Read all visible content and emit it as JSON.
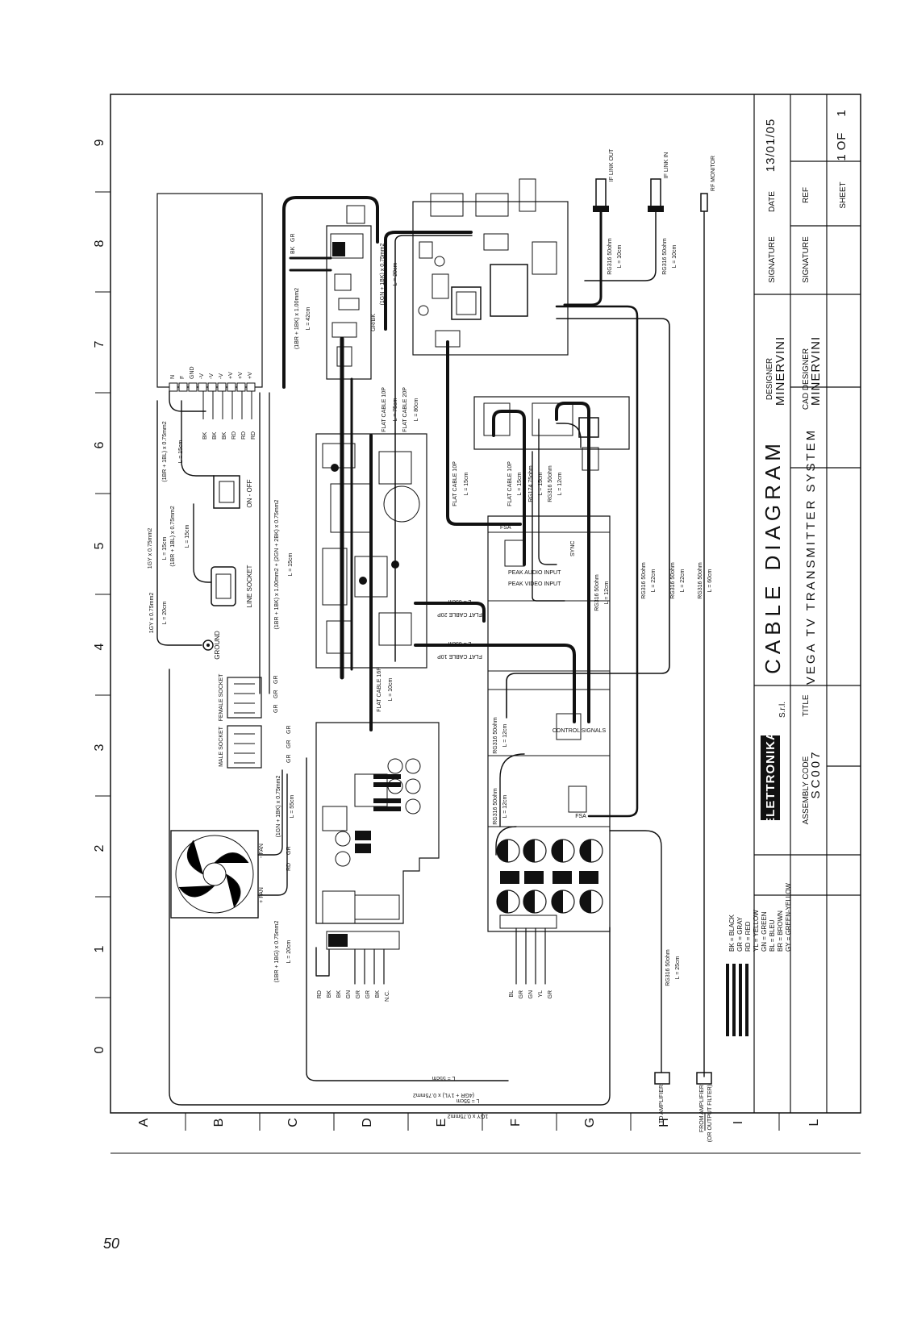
{
  "page": {
    "number": "50"
  },
  "grid": {
    "columns": [
      "9",
      "8",
      "7",
      "6",
      "5",
      "4",
      "3",
      "2",
      "1",
      "0"
    ],
    "rows": [
      "A",
      "B",
      "C",
      "D",
      "E",
      "F",
      "G",
      "H",
      "I",
      "L"
    ]
  },
  "title_block": {
    "title": "CABLE DIAGRAM",
    "subtitle": "VEGA TV TRANSMITTER SYSTEM",
    "title_label": "TITLE",
    "company": "ELETTRONIKA",
    "company_suffix": "S.r.l.",
    "assembly_code_label": "ASSEMBLY CODE",
    "assembly_code": "SC007",
    "designer_label": "DESIGNER",
    "designer": "MINERVINI",
    "cad_designer_label": "CAD DESIGNER",
    "cad_designer": "MINERVINI",
    "signature_label": "SIGNATURE",
    "date_label": "DATE",
    "date": "13/01/05",
    "ref_label": "REF",
    "sheet_label": "SHEET",
    "sheet": "1",
    "sheet_of": "OF",
    "sheet_total": "1"
  },
  "legend": [
    "BK = BLACK",
    "GR = GRAY",
    "RD = RED",
    "YL = YELLOW",
    "GN = GREEN",
    "BL = BLEU",
    "BR = BROWN",
    "GY = GREEN-YELLOW"
  ],
  "psu": {
    "terminals": [
      "N",
      "F",
      "GND",
      "-V",
      "-V",
      "-V",
      "+V",
      "+V",
      "+V"
    ],
    "wire_colors": [
      "BK",
      "BK",
      "BK",
      "RD",
      "RD",
      "RD"
    ],
    "cable_spec": "(1BR + 1BL) x 0.75mm2",
    "cable_len": "L = 15cm"
  },
  "switch": {
    "label": "ON - OFF"
  },
  "line_socket": {
    "label": "LINE SOCKET",
    "spec_1": "(1BR + 1BL) x 0.75mm2",
    "len_1": "L = 15cm",
    "spec_2": "1GY x 0.75mm2",
    "len_2": "L = 15cm"
  },
  "ground": {
    "label": "GROUND",
    "spec": "1GY x 0.75mm2",
    "len": "L = 20cm"
  },
  "female_socket": {
    "label": "FEMALE SOCKET",
    "pins": [
      "GR",
      "GR",
      "GR"
    ]
  },
  "male_socket": {
    "label": "MALE SOCKET",
    "pins": [
      "GR",
      "GR",
      "GR"
    ]
  },
  "fan": {
    "minus": "- FAN",
    "plus": "+ FAN",
    "colors": [
      "RD",
      "GR"
    ],
    "spec": "(1GN + 1BK) x 0.75mm2",
    "len": "L = 55cm"
  },
  "power_board": {
    "spec": "(1BR + 1BK) x 1.00mm2 + (2GN + 2BK) x 0.75mm2",
    "len": "L = 15cm",
    "psu_spec": "(1BR + 1BK) x 1.00mm2",
    "psu_len": "L = 42cm"
  },
  "lower_board": {
    "spec": "(1BR + 1BG) x 0.75mm2",
    "len": "L = 20cm",
    "pins": [
      "RD",
      "BK",
      "BK",
      "GN"
    ],
    "connector_pins": [
      "GR",
      "GR",
      "BK",
      "N.C.",
      "BL",
      "GR",
      "GN",
      "YL",
      "GR"
    ]
  },
  "top_board": {
    "spec": "(1GN + 1BK) x 0.75mm2",
    "len": "L = 20cm",
    "colors": [
      "BK",
      "GR"
    ],
    "extra": "GR/BK"
  },
  "flat_cables": [
    {
      "id": "fc1",
      "type": "FLAT CABLE 10P",
      "len": "L = 75cm"
    },
    {
      "id": "fc2",
      "type": "FLAT CABLE 20P",
      "len": "L = 80cm"
    },
    {
      "id": "fc3",
      "type": "FLAT CABLE 10P",
      "len": "L = 15cm"
    },
    {
      "id": "fc4",
      "type": "FLAT CABLE 10P",
      "len": "L = 15cm"
    },
    {
      "id": "fc5",
      "type": "FLAT CABLE 20P",
      "len": "L = 65cm"
    },
    {
      "id": "fc6",
      "type": "FLAT CABLE 10P",
      "len": "L = 65cm"
    },
    {
      "id": "fc7",
      "type": "FLAT CABLE 16P",
      "len": "L = 10cm"
    }
  ],
  "coax": [
    {
      "id": "c1",
      "type": "RG316 50ohm",
      "len": "L = 10cm"
    },
    {
      "id": "c2",
      "type": "RG316 50ohm",
      "len": "L = 10cm"
    },
    {
      "id": "c3",
      "type": "RG174 75ohm",
      "len": "L = 15cm"
    },
    {
      "id": "c4",
      "type": "RG316 50ohm",
      "len": "L = 12cm"
    },
    {
      "id": "c5",
      "type": "RG316 50ohm",
      "len": "L = 12cm"
    },
    {
      "id": "c6",
      "type": "RG316 50ohm",
      "len": "L = 22cm"
    },
    {
      "id": "c7",
      "type": "RG316 50ohm",
      "len": "L = 22cm"
    },
    {
      "id": "c8",
      "type": "RG316 50ohm",
      "len": "L = 60cm"
    },
    {
      "id": "c9",
      "type": "RG316 50ohm",
      "len": "L = 12cm"
    },
    {
      "id": "c10",
      "type": "RG316 50ohm",
      "len": "L = 12cm"
    },
    {
      "id": "c11",
      "type": "RG316 50ohm",
      "len": "L = 25cm"
    }
  ],
  "connectors": {
    "if_link_out": "IF LINK OUT",
    "if_link_in": "IF LINK IN",
    "rf_monitor": "RF MONITOR",
    "to_amplifier": "TO AMPLIFIER",
    "from_amplifier": "FROM AMPLIFIER",
    "from_amplifier_2": "(OR OUTPUT FILTER)"
  },
  "module_labels": {
    "control_signals": "CONTROL SIGNALS",
    "fsa": "FSA",
    "peak_audio": "PEAK AUDIO INPUT",
    "peak_video": "PEAK VIDEO INPUT",
    "sync": "SYNC"
  },
  "bottom_cables": {
    "spec_1": "(4GR + 1YL) x 0.75mm2",
    "len_1": "L = 55cm",
    "spec_2": "1GY x 0.75mm2",
    "len_2": "L = 55cm"
  }
}
